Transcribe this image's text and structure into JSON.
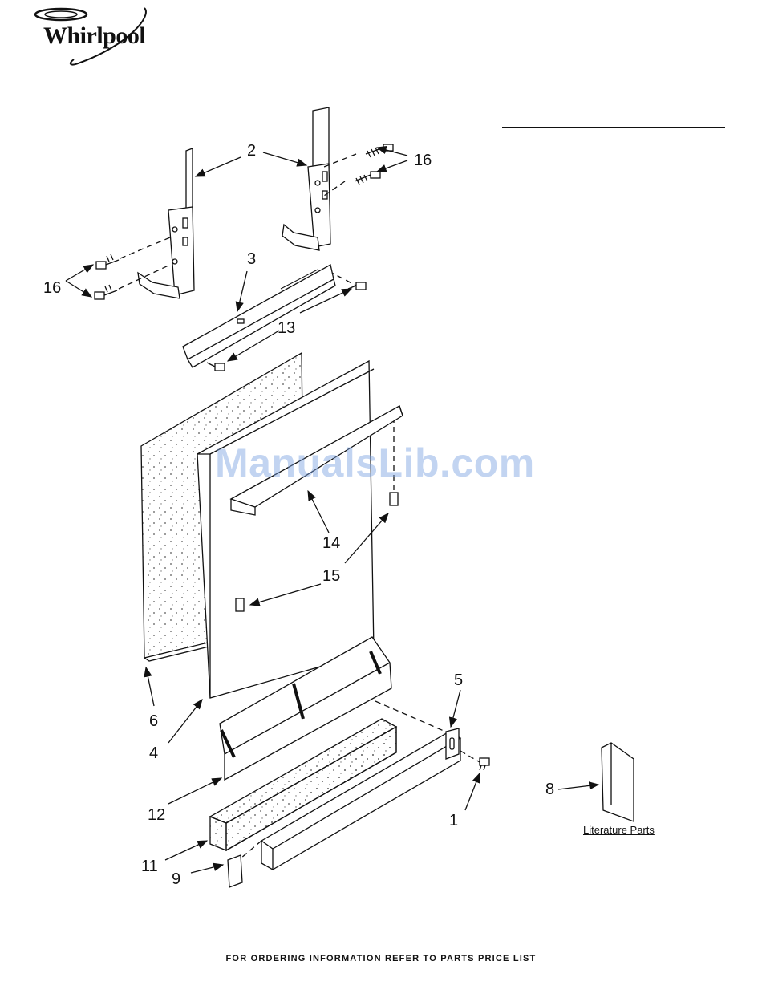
{
  "brand": {
    "name": "Whirlpool"
  },
  "watermark": "ManualsLib.com",
  "literature_label": "Literature Parts",
  "footer": "FOR ORDERING INFORMATION REFER TO PARTS PRICE LIST",
  "callouts": [
    "16",
    "2",
    "16",
    "3",
    "13",
    "14",
    "15",
    "6",
    "4",
    "5",
    "8",
    "1",
    "12",
    "11",
    "9"
  ]
}
